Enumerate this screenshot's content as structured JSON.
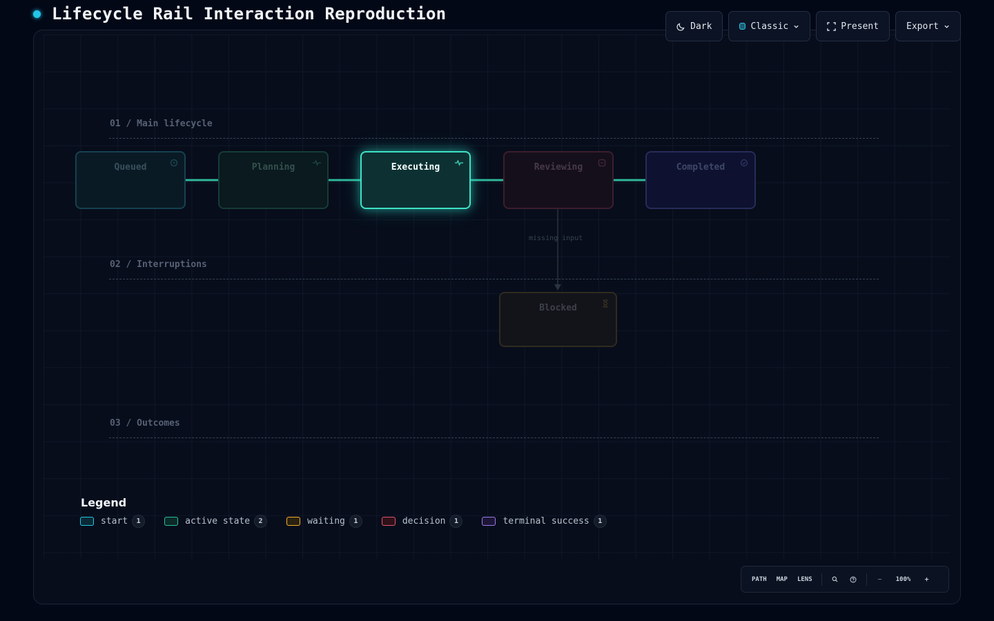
{
  "page": {
    "title": "Lifecycle Rail Interaction Reproduction"
  },
  "toolbar": {
    "theme_label": "Dark",
    "palette_label": "Classic",
    "present_label": "Present",
    "export_label": "Export"
  },
  "lanes": [
    {
      "label": "01 / Main lifecycle"
    },
    {
      "label": "02 / Interruptions"
    },
    {
      "label": "03 / Outcomes"
    }
  ],
  "states": {
    "queued": {
      "label": "Queued",
      "icon": "clock-icon",
      "color": "#1b4f60"
    },
    "planning": {
      "label": "Planning",
      "icon": "pulse-icon",
      "color": "#1c4a42"
    },
    "executing": {
      "label": "Executing",
      "icon": "pulse-icon",
      "color": "#3ee2c6",
      "active": true
    },
    "reviewing": {
      "label": "Reviewing",
      "icon": "square-icon",
      "color": "#4a2434"
    },
    "completed": {
      "label": "Completed",
      "icon": "check-circle-icon",
      "color": "#2d3468"
    },
    "blocked": {
      "label": "Blocked",
      "icon": "hourglass-icon",
      "color": "#3a3322"
    }
  },
  "edges": {
    "main_flow_color": "#2fb89a",
    "reviewing_to_blocked": "missing input"
  },
  "legend": {
    "title": "Legend",
    "items": [
      {
        "label": "start",
        "count": "1",
        "color": "#22c7e8"
      },
      {
        "label": "active state",
        "count": "2",
        "color": "#2bbf9e"
      },
      {
        "label": "waiting",
        "count": "1",
        "color": "#f0b030"
      },
      {
        "label": "decision",
        "count": "1",
        "color": "#e2566f"
      },
      {
        "label": "terminal success",
        "count": "1",
        "color": "#9b7bea"
      }
    ]
  },
  "controls": {
    "path_label": "PATH",
    "map_label": "MAP",
    "lens_label": "LENS",
    "zoom_level": "100%"
  }
}
